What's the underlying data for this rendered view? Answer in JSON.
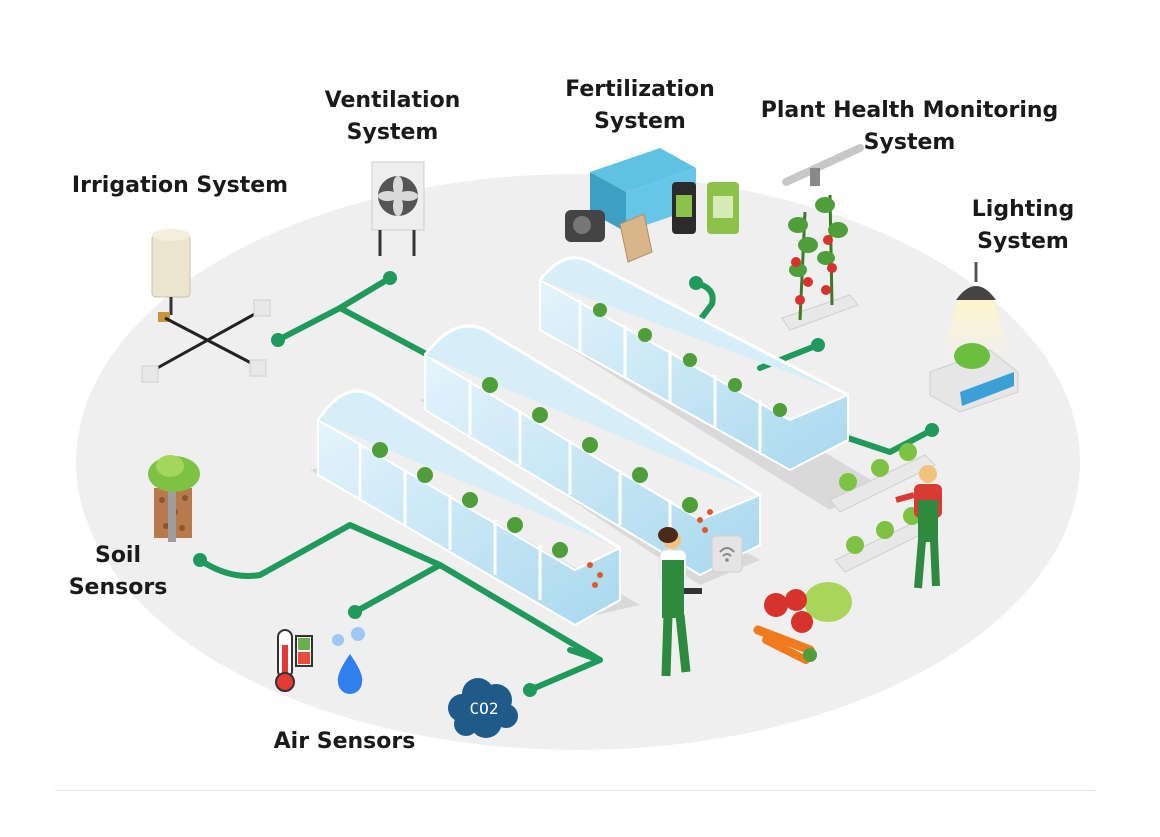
{
  "labels": {
    "irrigation": [
      "Irrigation System"
    ],
    "ventilation": [
      "Ventilation",
      "System"
    ],
    "fertilization": [
      "Fertilization",
      "System"
    ],
    "plant_health": [
      "Plant Health Monitoring",
      "System"
    ],
    "lighting": [
      "Lighting",
      "System"
    ],
    "soil": [
      "Soil",
      "Sensors"
    ],
    "air": [
      "Air Sensors"
    ]
  },
  "co2_text": "CO2",
  "colors": {
    "connector": "#1f9a5a",
    "ground": "#efefef",
    "glass": "#cfeaf5",
    "frame": "#f4f8fa",
    "plants": "#4e9e3a",
    "worker_shirt": "#d83b32",
    "worker_overall": "#2e8a3f"
  },
  "icons": [
    "irrigation-tank-icon",
    "ventilation-fan-icon",
    "fertilization-tank-icon",
    "monitoring-camera-icon",
    "grow-lamp-icon",
    "soil-sensor-icon",
    "thermometer-icon",
    "water-drop-icon",
    "co2-cloud-icon",
    "wifi-sensor-icon"
  ]
}
